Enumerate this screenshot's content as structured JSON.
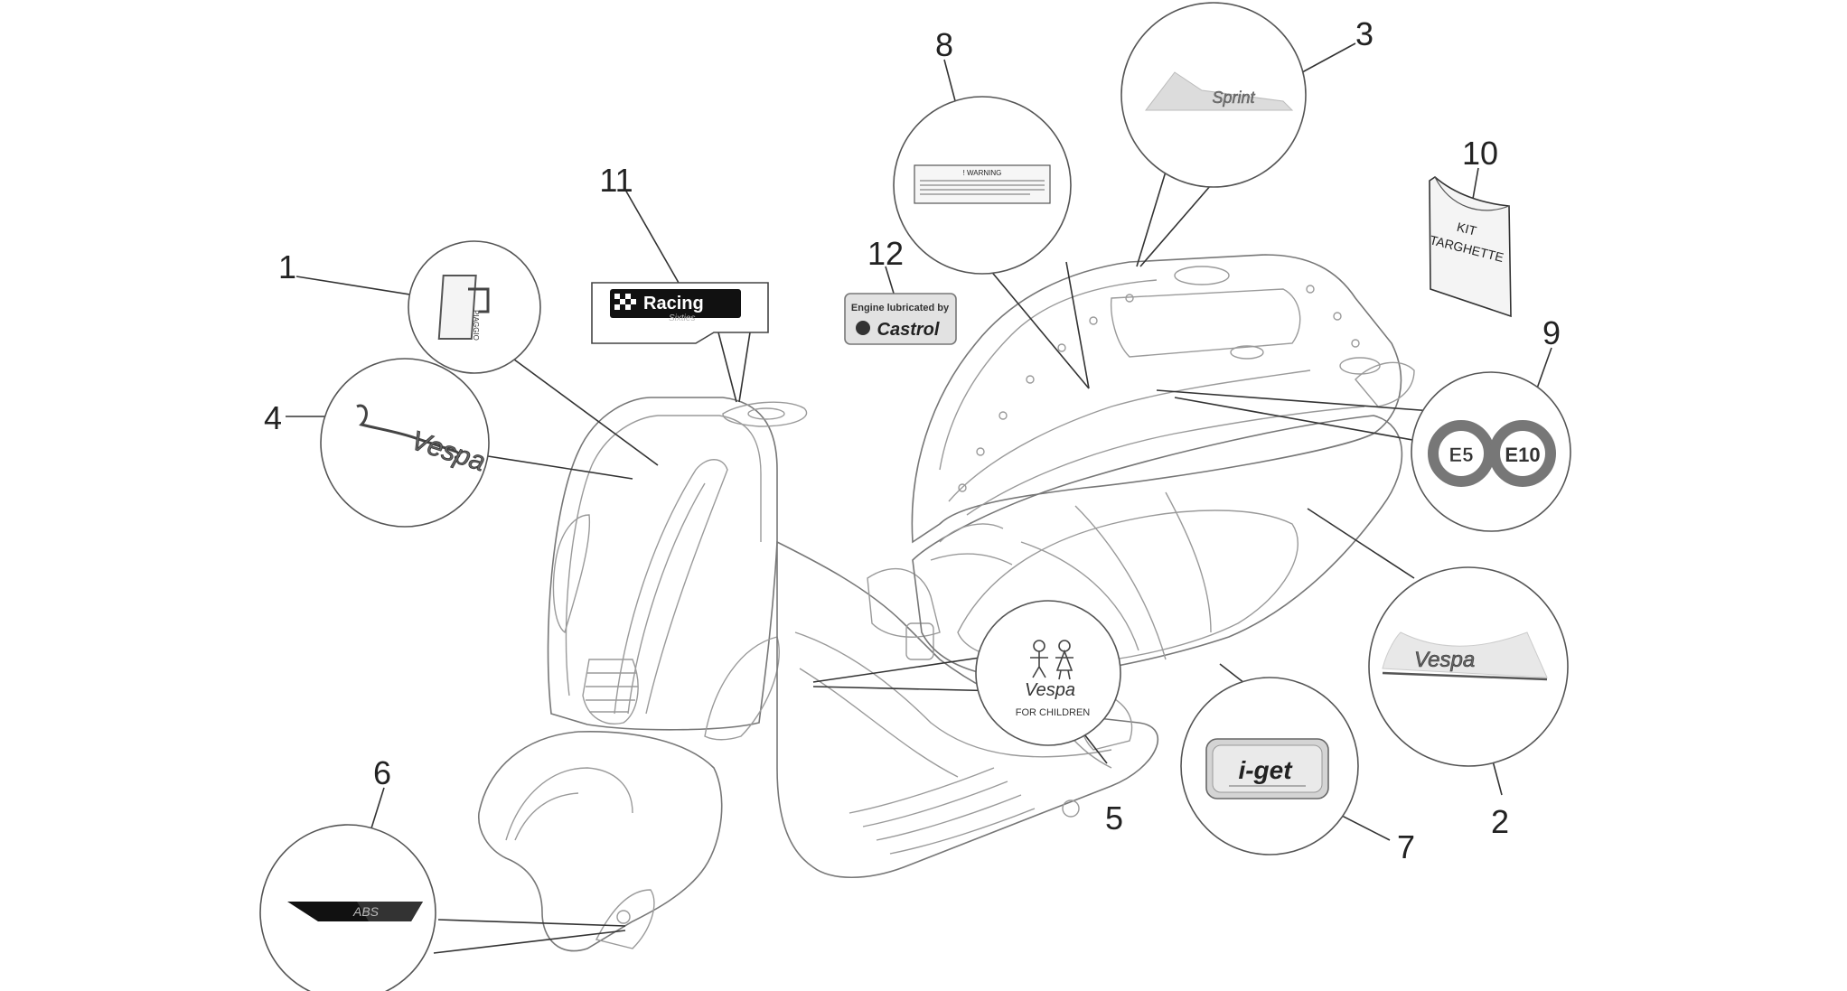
{
  "callouts": [
    {
      "id": "1",
      "label": "1"
    },
    {
      "id": "2",
      "label": "2"
    },
    {
      "id": "3",
      "label": "3"
    },
    {
      "id": "4",
      "label": "4"
    },
    {
      "id": "5",
      "label": "5"
    },
    {
      "id": "6",
      "label": "6"
    },
    {
      "id": "7",
      "label": "7"
    },
    {
      "id": "8",
      "label": "8"
    },
    {
      "id": "9",
      "label": "9"
    },
    {
      "id": "10",
      "label": "10"
    },
    {
      "id": "11",
      "label": "11"
    },
    {
      "id": "12",
      "label": "12"
    }
  ],
  "decals": {
    "piaggio_badge_text": "PIAGGIO",
    "vespa_script": "Vespa",
    "sprint_script": "Sprint",
    "warning_title": "! WARNING",
    "racing_text": "Racing",
    "racing_sub": "Sixties",
    "castrol_top": "Engine lubricated by",
    "castrol_brand": "Castrol",
    "kit_line1": "KIT",
    "kit_line2": "TARGHETTE",
    "fuel_e5": "E5",
    "fuel_e10": "E10",
    "children_vespa": "Vespa",
    "children_text": "FOR CHILDREN",
    "abs_text": "ABS",
    "iget_text": "i-get"
  }
}
